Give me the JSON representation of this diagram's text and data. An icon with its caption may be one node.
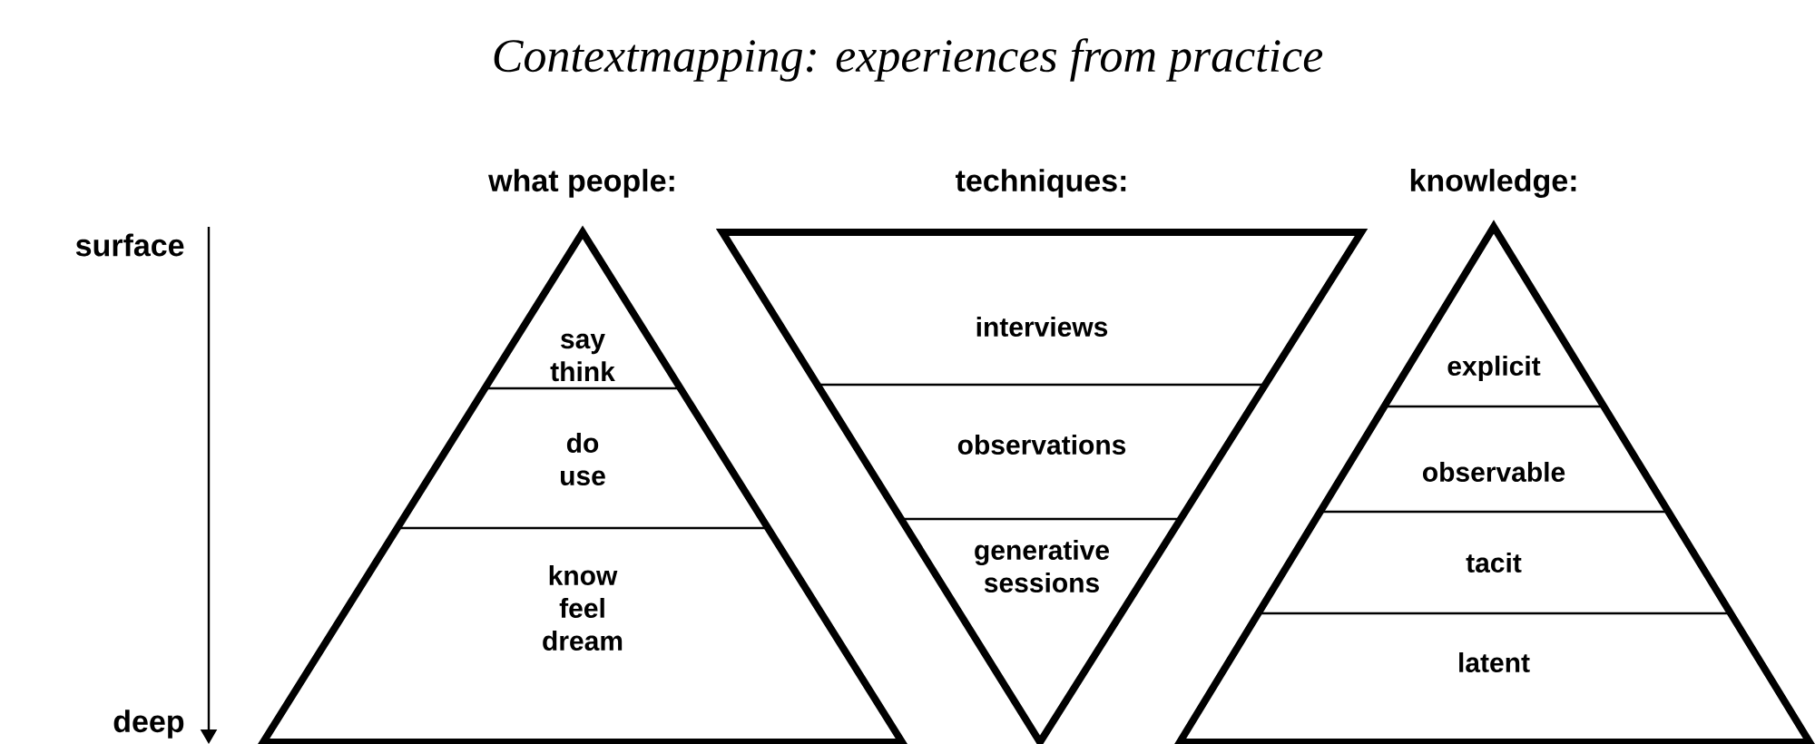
{
  "diagram": {
    "title": "Contextmapping: experiences from practice",
    "nodes": [
      {
        "text": [
          "what people:"
        ]
      },
      {
        "text": [
          "say think"
        ],
        "in": 0
      },
      {
        "text": [
          "do use"
        ],
        "in": 0
      },
      {
        "text": [
          "know feel dream"
        ],
        "in": 0
      },
      {
        "text": [
          "techniques:"
        ]
      },
      {
        "text": [
          "interviews"
        ],
        "in": 4
      },
      {
        "text": [
          "observations"
        ],
        "in": 4
      },
      {
        "text": [
          "generative sessions"
        ],
        "in": 4
      },
      {
        "text": [
          "knowledge:"
        ]
      },
      {
        "text": [
          "explicit"
        ],
        "in": 8
      },
      {
        "text": [
          "observable"
        ],
        "in": 8
      },
      {
        "text": [
          "tacit"
        ],
        "in": 8
      },
      {
        "text": [
          "latent"
        ],
        "in": 8
      }
    ],
    "labels": [
      "surface",
      "deep"
    ]
  }
}
